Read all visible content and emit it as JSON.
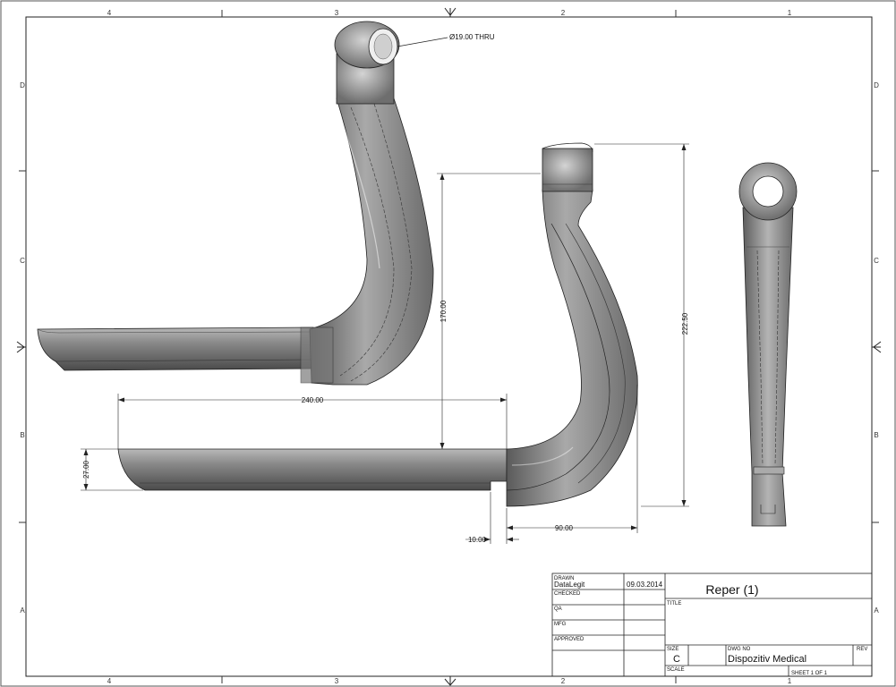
{
  "zones": {
    "columns": [
      "4",
      "3",
      "2",
      "1"
    ],
    "rows": [
      "D",
      "C",
      "B",
      "A"
    ]
  },
  "callout": {
    "hole": "Ø19.00 THRU"
  },
  "dimensions": {
    "length": "240.00",
    "height_left": "170.00",
    "height_right": "222.50",
    "thickness": "27.00",
    "offset": "10.00",
    "reach": "90.00"
  },
  "title_block": {
    "drawn_label": "DRAWN",
    "drawn_by": "DataLegit",
    "date": "09.03.2014",
    "checked_label": "CHECKED",
    "qa_label": "QA",
    "mfg_label": "MFG",
    "approved_label": "APPROVED",
    "part_name": "Reper (1)",
    "title_label": "TITLE",
    "size_label": "SIZE",
    "size_value": "C",
    "dwg_no_label": "DWG NO",
    "dwg_no_value": "Dispozitiv Medical",
    "rev_label": "REV",
    "scale_label": "SCALE",
    "sheet_label": "SHEET 1  OF 1"
  }
}
